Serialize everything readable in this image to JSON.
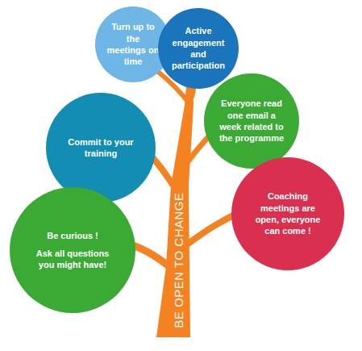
{
  "diagram": {
    "nodes": [
      {
        "text": [
          "Turn up to the meetings on time"
        ]
      },
      {
        "text": [
          "Active engagement and participation"
        ]
      },
      {
        "text": [
          "Commit to your training"
        ]
      },
      {
        "text": [
          "Everyone read one email a week related to the programme"
        ]
      },
      {
        "text": [
          "Be curious !",
          "Ask all questions you might have!"
        ]
      },
      {
        "text": [
          "Coaching meetings are open, everyone can come !"
        ]
      }
    ],
    "labels": [
      "BE OPEN TO CHANGE"
    ]
  }
}
